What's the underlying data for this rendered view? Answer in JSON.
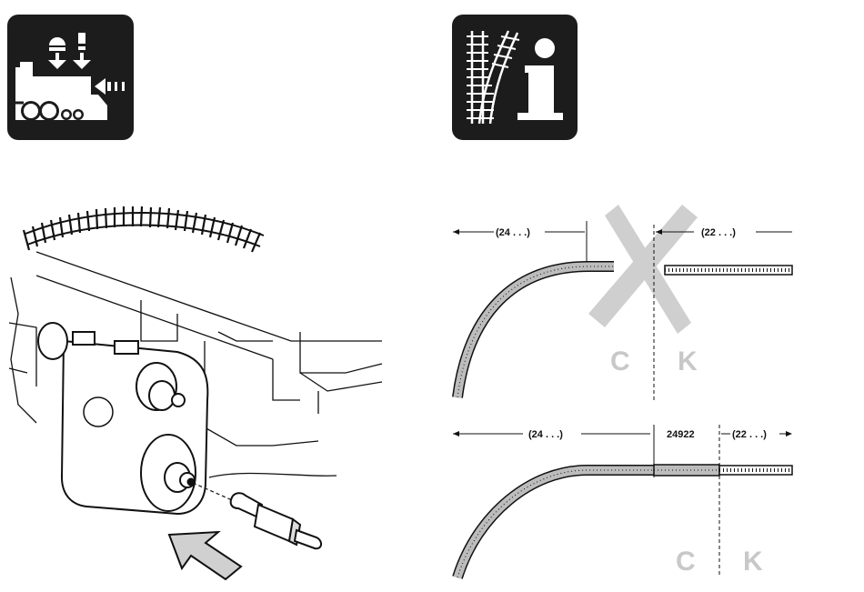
{
  "icons": {
    "loco": "locomotive-maintenance-icon",
    "info": "turnout-info-icon"
  },
  "layout_wrong": {
    "left_dim": "(24 . . .)",
    "right_dim": "(22 . . .)",
    "label_c": "C",
    "label_k": "K"
  },
  "layout_right": {
    "left_dim": "(24 . . .)",
    "adapter_dim": "24922",
    "right_dim": "(22 . . .)",
    "label_c": "C",
    "label_k": "K"
  },
  "colors": {
    "icon_background": "#1c1c1c",
    "track_fill": "#bcbcbc",
    "cross_mark": "#cfcfcf",
    "ck_label": "#c8c8c8"
  }
}
